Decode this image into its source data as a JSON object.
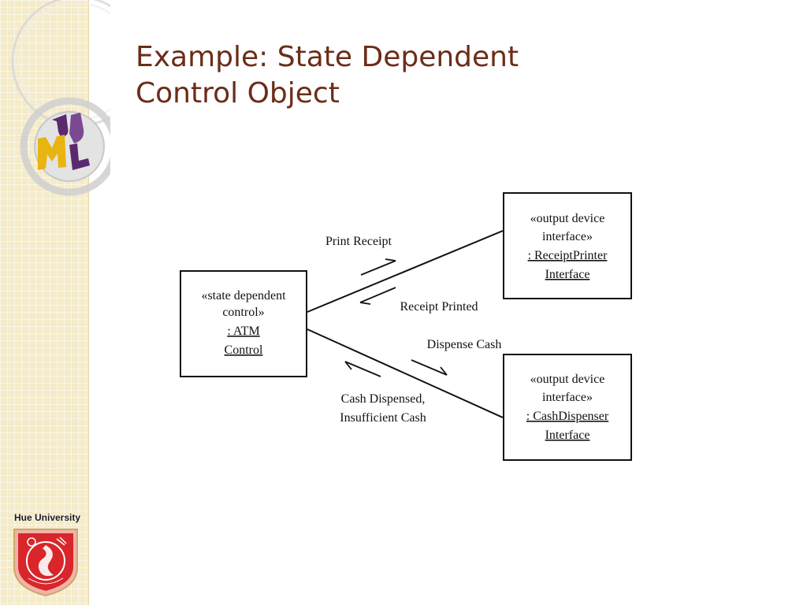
{
  "slide": {
    "title_line1": "Example: State Dependent",
    "title_line2": "Control Object"
  },
  "sidebar": {
    "university_name": "Hue University",
    "uml_logo": "uml-logo",
    "university_emblem": "hue-university-emblem"
  },
  "diagram": {
    "center_object": {
      "stereotype_line1": "«state dependent",
      "stereotype_line2": "control»",
      "name_line1": ": ATM",
      "name_line2": "Control"
    },
    "top_object": {
      "stereotype_line1": "«output device",
      "stereotype_line2": "interface»",
      "name_line1": ": ReceiptPrinter",
      "name_line2": "Interface"
    },
    "bottom_object": {
      "stereotype_line1": "«output device",
      "stereotype_line2": "interface»",
      "name_line1": ": CashDispenser",
      "name_line2": "Interface"
    },
    "messages": {
      "print_receipt": "Print Receipt",
      "receipt_printed": "Receipt Printed",
      "dispense_cash": "Dispense Cash",
      "cash_dispensed_line1": "Cash Dispensed,",
      "cash_dispensed_line2": "Insufficient Cash"
    }
  },
  "colors": {
    "title": "#6b2d18",
    "sidebar": "#f4ebc9",
    "uml_purple": "#5a2a6e",
    "uml_yellow": "#e8b410",
    "emblem_red": "#d8262b"
  }
}
